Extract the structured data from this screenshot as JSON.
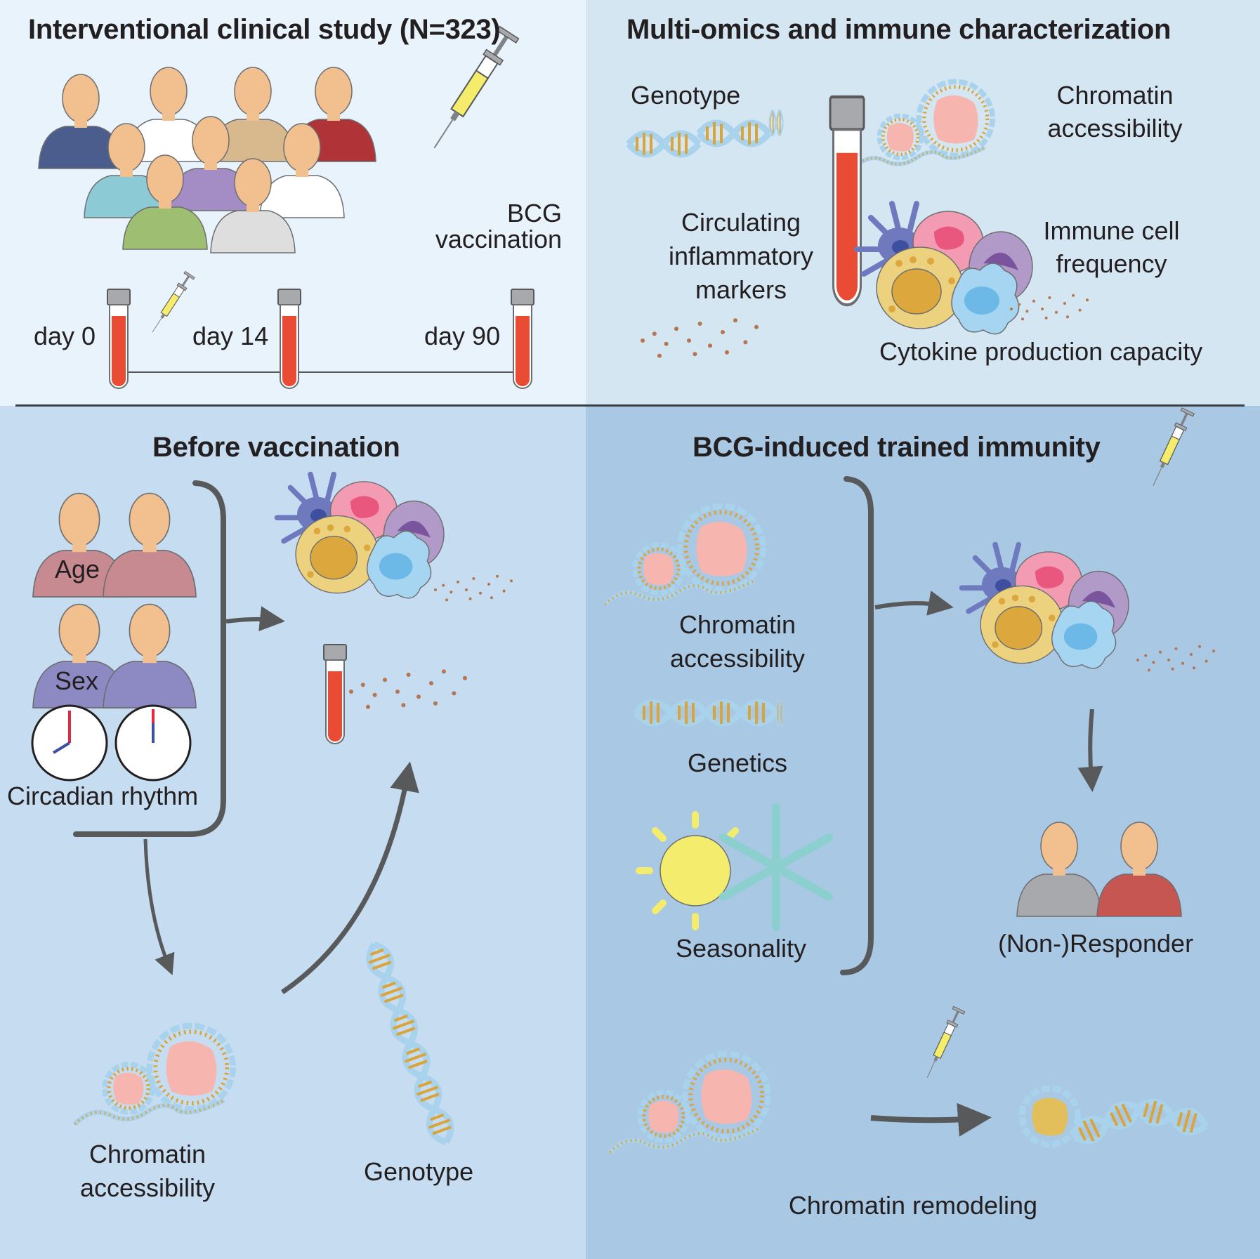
{
  "panels": {
    "study": {
      "title": "Interventional clinical study (N=323)",
      "vaccination_label_line1": "BCG",
      "vaccination_label_line2": "vaccination",
      "timepoints": [
        "day 0",
        "day 14",
        "day 90"
      ]
    },
    "omics": {
      "title": "Multi-omics and immune characterization",
      "labels": {
        "genotype": "Genotype",
        "chromatin_line1": "Chromatin",
        "chromatin_line2": "accessibility",
        "markers_line1": "Circulating",
        "markers_line2": "inflammatory",
        "markers_line3": "markers",
        "cells_line1": "Immune cell",
        "cells_line2": "frequency",
        "cytokine": "Cytokine production capacity"
      }
    },
    "before": {
      "title": "Before vaccination",
      "labels": {
        "age": "Age",
        "sex": "Sex",
        "circadian": "Circadian rhythm",
        "chromatin_line1": "Chromatin",
        "chromatin_line2": "accessibility",
        "genotype": "Genotype"
      }
    },
    "trained": {
      "title": "BCG-induced trained immunity",
      "labels": {
        "chromatin_line1": "Chromatin",
        "chromatin_line2": "accessibility",
        "genetics": "Genetics",
        "seasonality": "Seasonality",
        "responder": "(Non-)Responder",
        "remodeling": "Chromatin remodeling"
      }
    }
  },
  "colors": {
    "panel_study": "#e8f3fb",
    "panel_omics": "#d5e6f3",
    "panel_before": "#c6dcf0",
    "panel_trained": "#a9c8e4",
    "blood": "#e94b35",
    "vaccine": "#f5ec6c",
    "dna_strand": "#a9d2ec",
    "dna_base": "#d9a53a",
    "nucleus_pink": "#f7b5b0",
    "arrow": "#58595b"
  }
}
